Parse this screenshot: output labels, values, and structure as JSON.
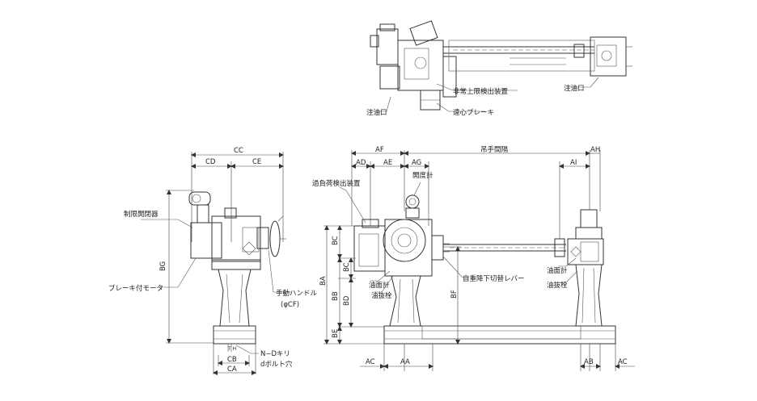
{
  "top_view": {
    "labels": {
      "emergency_upper_limit": "非常上限検出装置",
      "oil_inlet_left": "注油口",
      "centrifugal_brake": "遠心ブレーキ",
      "oil_inlet_right": "注油口"
    }
  },
  "side_view": {
    "labels": {
      "limit_switch": "制限開閉器",
      "brake_motor": "ブレーキ付モータ",
      "manual_handle": "手動ハンドル",
      "handle_dia": "(φCF)",
      "bolt_holes_1": "N−Dキリ",
      "bolt_holes_2": "dボルト穴"
    },
    "dims": {
      "CC": "CC",
      "CD": "CD",
      "CE": "CE",
      "BG": "BG",
      "CB": "CB",
      "CA": "CA"
    }
  },
  "front_view": {
    "labels": {
      "overload_detector": "過負荷検出装置",
      "opening_meter": "開度計",
      "gate_span": "吊手間隔",
      "self_weight_lever": "自重降下切替レバー",
      "oil_gauge_left": "油面計",
      "drain_plug_left": "油抜栓",
      "oil_gauge_right": "油面計",
      "drain_plug_right": "油抜栓"
    },
    "dims": {
      "AF": "AF",
      "AD": "AD",
      "AE": "AE",
      "AG": "AG",
      "AH": "AH",
      "AI": "AI",
      "BC1": "BC",
      "BC2": "BC",
      "BA": "BA",
      "BB": "BB",
      "BD": "BD",
      "BE": "BE",
      "BF": "BF",
      "AC_left": "AC",
      "AA": "AA",
      "AB": "AB",
      "AC_right": "AC"
    }
  }
}
